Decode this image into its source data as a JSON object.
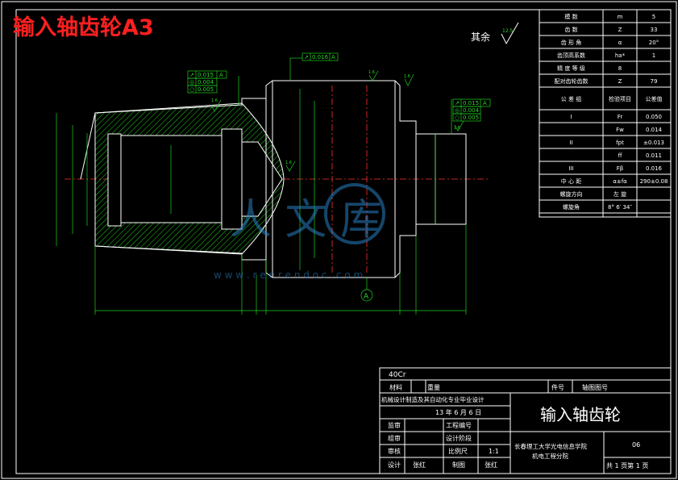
{
  "title": "输入轴齿轮A3",
  "roughness_note": "其余",
  "roughness_value": "12.5",
  "tolerance_frames": {
    "left": [
      {
        "symbol": "↗",
        "value": "0.015",
        "datum": "A"
      },
      {
        "symbol": "◎",
        "value": "0.004",
        "datum": ""
      },
      {
        "symbol": "○",
        "value": "0.005",
        "datum": ""
      }
    ],
    "top": {
      "symbol": "↗",
      "value": "0.016",
      "datum": "A"
    },
    "right": [
      {
        "symbol": "↗",
        "value": "0.015",
        "datum": "A"
      },
      {
        "symbol": "◎",
        "value": "0.004",
        "datum": ""
      },
      {
        "symbol": "○",
        "value": "0.005",
        "datum": ""
      }
    ]
  },
  "datum_label": "A",
  "roughness_marks": [
    "1.6",
    "1.6",
    "1.6",
    "1.6",
    "1.6"
  ],
  "param_table": {
    "rows": [
      [
        "模  数",
        "m",
        "5"
      ],
      [
        "齿  数",
        "Z",
        "33"
      ],
      [
        "齿 形 角",
        "α",
        "20°"
      ],
      [
        "齿顶高系数",
        "ha*",
        "1"
      ],
      [
        "精 度 等 级",
        "8",
        ""
      ],
      [
        "配对齿轮齿数",
        "Z",
        "79"
      ],
      [
        "公 差 组",
        "检验项目",
        "公差值"
      ],
      [
        "I",
        "Fr",
        "0.050"
      ],
      [
        "",
        "Fw",
        "0.014"
      ],
      [
        "II",
        "fpt",
        "±0.013"
      ],
      [
        "",
        "ff",
        "0.011"
      ],
      [
        "III",
        "Fβ",
        "0.016"
      ],
      [
        "中  心  距",
        "α±fα",
        "290±0.08"
      ],
      [
        "螺旋方向",
        "左  旋",
        ""
      ],
      [
        "螺旋角",
        "8° 6′ 34″",
        ""
      ]
    ]
  },
  "title_block": {
    "material_code": "40Cr",
    "material_label": "材料",
    "weight_label": "重量",
    "part_no_label": "件号",
    "drawing_no_label": "轴图图号",
    "school_line": "机械设计制造及其自动化专业毕业设计",
    "date": "13 年 6 月 6 日",
    "drawing_title": "输入轴齿轮",
    "roles": [
      "监审",
      "组审",
      "审核",
      "设计"
    ],
    "project_no_label": "工程编号",
    "stage_label": "设计阶段",
    "scale_label": "比例尺",
    "scale_value": "1:1",
    "designer": "张红",
    "drawer_label": "制图",
    "drawer": "张红",
    "institution": "长春理工大学光电信息学院",
    "department": "机电工程分院",
    "sheet_code": "06",
    "sheet_info": "共 1 页第 1 页"
  },
  "watermark": {
    "text": "人 文 库",
    "url": "w w w . r e n r e n d o c . c o m"
  }
}
